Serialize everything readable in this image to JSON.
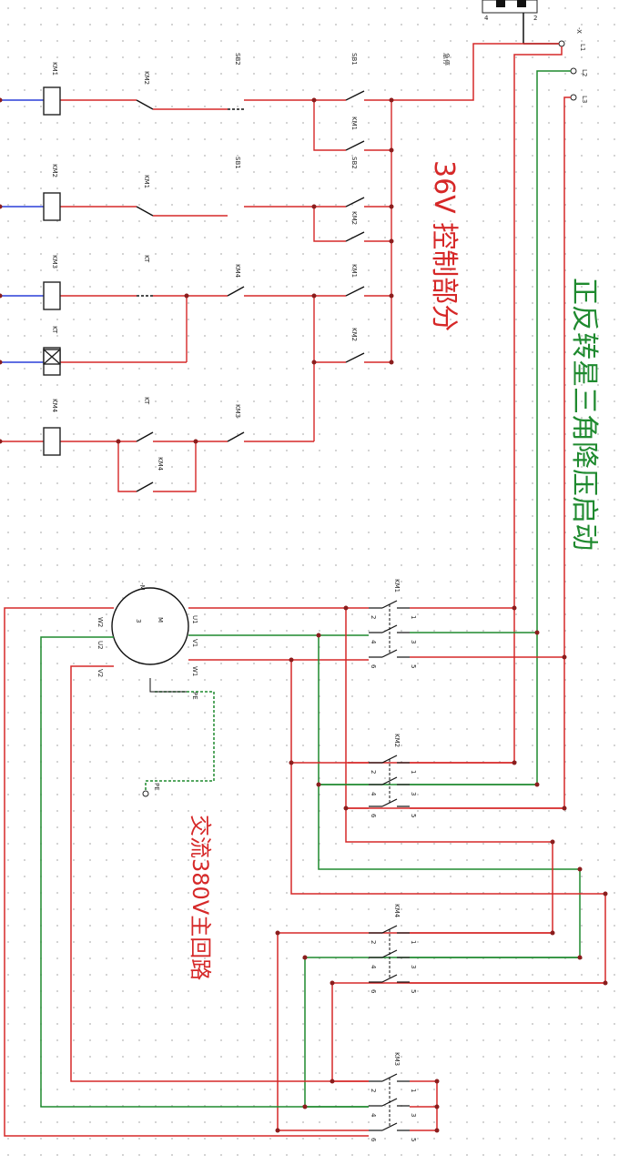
{
  "titles": {
    "control": "36V 控制部分",
    "main": "交流380V主回路",
    "scheme": "正反转星三角降压启动"
  },
  "colors": {
    "red": "#d62828",
    "green": "#1f8a2f",
    "blue": "#2a3fd8",
    "black": "#111111",
    "brown": "#8b1d1d"
  },
  "terminals": {
    "l1": "L1",
    "l2": "L2",
    "l3": "L3",
    "l1_prefix": "-X",
    "pe": "PE",
    "pe_prefix": "-X"
  },
  "transformer": {
    "left": "4",
    "right": "2"
  },
  "control": {
    "rung1": {
      "coil": "KM1",
      "nc": "KM2",
      "stop_sb": "SB2",
      "start_sb": "SB1",
      "hold": "KM1",
      "estop": "急停"
    },
    "rung2": {
      "coil": "KM2",
      "nc": "KM1",
      "stop_sb": "SB1",
      "start_sb": "SB2",
      "hold": "KM2"
    },
    "rung3": {
      "coil": "KM3",
      "kt": "KT",
      "km4": "KM4",
      "km1": "KM1"
    },
    "rung4": {
      "coil": "KT",
      "km2": "KM2"
    },
    "rung5": {
      "coil": "KM4",
      "kt": "KT",
      "km3": "KM3",
      "hold": "KM4"
    }
  },
  "motor": {
    "name": "-M",
    "m": "M",
    "phase": "3",
    "u1": "U1",
    "v1": "V1",
    "w1": "W1",
    "w2": "W2",
    "u2": "U2",
    "v2": "V2",
    "pe": "PE"
  },
  "contactors": [
    {
      "name": "KM1",
      "in": [
        "1",
        "3",
        "5"
      ],
      "out": [
        "2",
        "4",
        "6"
      ]
    },
    {
      "name": "KM2",
      "in": [
        "1",
        "3",
        "5"
      ],
      "out": [
        "2",
        "4",
        "6"
      ]
    },
    {
      "name": "KM4",
      "in": [
        "1",
        "3",
        "5"
      ],
      "out": [
        "2",
        "4",
        "6"
      ]
    },
    {
      "name": "KM3",
      "in": [
        "1",
        "3",
        "5"
      ],
      "out": [
        "2",
        "4",
        "6"
      ]
    }
  ]
}
